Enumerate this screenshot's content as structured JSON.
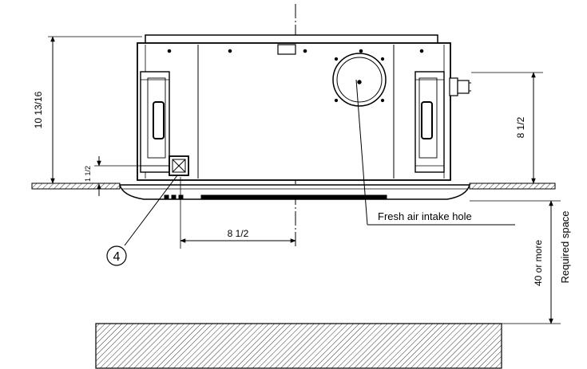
{
  "diagram": {
    "dim_total_height": "10 13/16",
    "dim_side_height": "8 1/2",
    "dim_offset_height": "1 1/2",
    "dim_horizontal": "8 1/2",
    "callout_fresh_air": "Fresh air intake hole",
    "dim_clearance": "40 or more",
    "label_required_space": "Required space",
    "marker_number": "4"
  },
  "colors": {
    "line": "#000000",
    "unit_fill": "#ffffff",
    "hatch_fill": "#ffffff"
  }
}
